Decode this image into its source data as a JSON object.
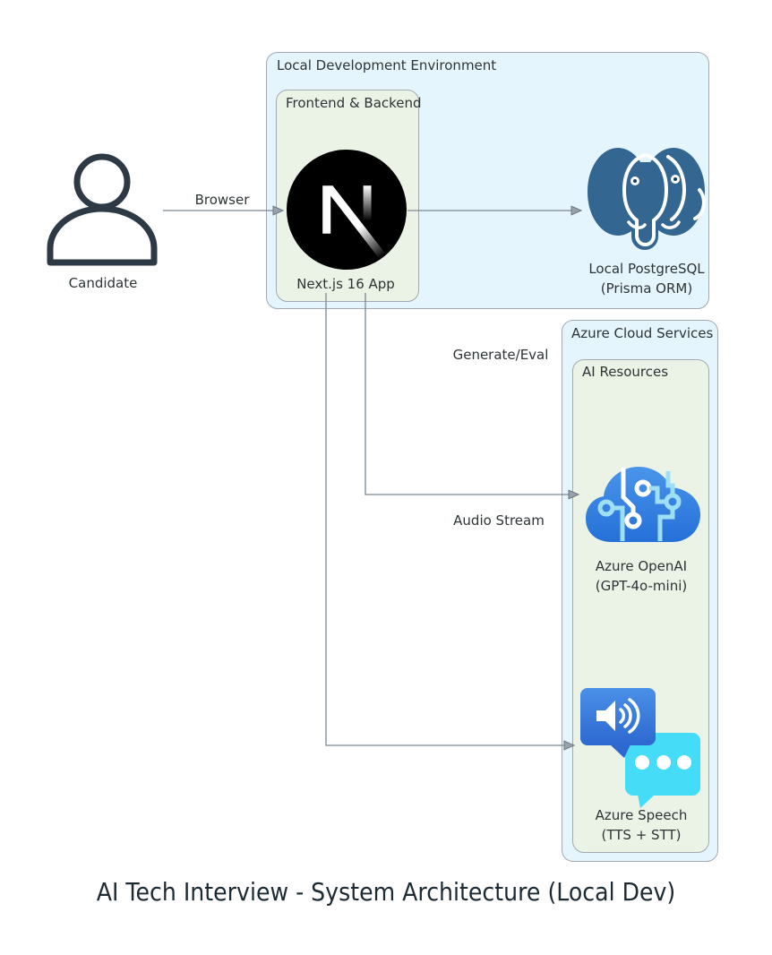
{
  "title": "AI Tech Interview - System Architecture (Local Dev)",
  "clusters": {
    "local_dev": {
      "label": "Local Development Environment"
    },
    "frontend_backend": {
      "label": "Frontend & Backend"
    },
    "azure_cloud": {
      "label": "Azure Cloud Services"
    },
    "ai_resources": {
      "label": "AI Resources"
    }
  },
  "nodes": {
    "candidate": {
      "label": "Candidate",
      "icon": "user-outline-icon"
    },
    "nextjs_app": {
      "label": "Next.js 16 App",
      "icon": "nextjs-logo-icon"
    },
    "postgresql": {
      "label_line1": "Local PostgreSQL",
      "label_line2": "(Prisma ORM)",
      "icon": "postgresql-elephant-icon"
    },
    "azure_openai": {
      "label_line1": "Azure OpenAI",
      "label_line2": "(GPT-4o-mini)",
      "icon": "azure-openai-cloud-icon"
    },
    "azure_speech": {
      "label_line1": "Azure Speech",
      "label_line2": "(TTS + STT)",
      "icon": "azure-speech-bubbles-icon"
    }
  },
  "edges": {
    "browser": {
      "label": "Browser",
      "from": "candidate",
      "to": "nextjs_app"
    },
    "database": {
      "from": "nextjs_app",
      "to": "postgresql"
    },
    "generate_eval": {
      "label": "Generate/Eval",
      "from": "nextjs_app",
      "to": "azure_openai"
    },
    "audio_stream": {
      "label": "Audio Stream",
      "from": "nextjs_app",
      "to": "azure_speech"
    }
  },
  "colors": {
    "cluster_outer_fill": "#E5F5FD",
    "cluster_inner_fill": "#EBF3E7",
    "cluster_border": "#A2A9B0",
    "edge_line": "#7B8894",
    "label_text": "#2D3436",
    "title_text": "#1B2A33",
    "nextjs_black": "#000000",
    "postgres_blue": "#336791",
    "azure_openai_blue": "#2470D8",
    "azure_speech_blue": "#2D68D0",
    "azure_speech_cyan": "#45DCF7",
    "candidate_outline": "#2D3A46"
  }
}
